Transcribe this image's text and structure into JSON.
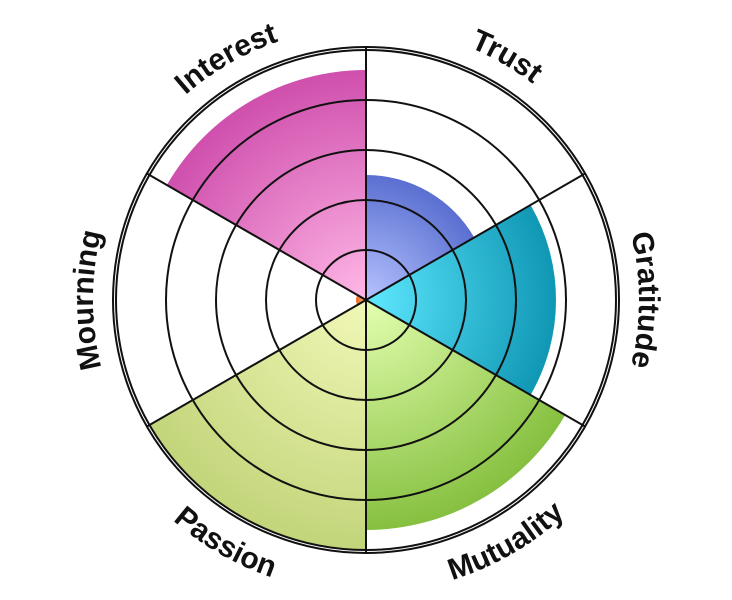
{
  "chart_data": {
    "type": "radial-bar",
    "categories": [
      "Trust",
      "Gratitude",
      "Mutuality",
      "Passion",
      "Mourning",
      "Interest"
    ],
    "values": [
      2.5,
      3.8,
      4.6,
      5,
      0.2,
      4.6
    ],
    "rmax": 5,
    "ring_count": 5,
    "grid": true,
    "colors": [
      {
        "inner": "#b6c3ff",
        "outer": "#5a6fd0"
      },
      {
        "inner": "#5fe8ff",
        "outer": "#0f97b4"
      },
      {
        "inner": "#e4ffb0",
        "outer": "#86c040"
      },
      {
        "inner": "#f2f8b8",
        "outer": "#c2d57a"
      },
      {
        "inner": "#ffa966",
        "outer": "#ee6d2a"
      },
      {
        "inner": "#ffb8e6",
        "outer": "#cf4fad"
      }
    ]
  }
}
